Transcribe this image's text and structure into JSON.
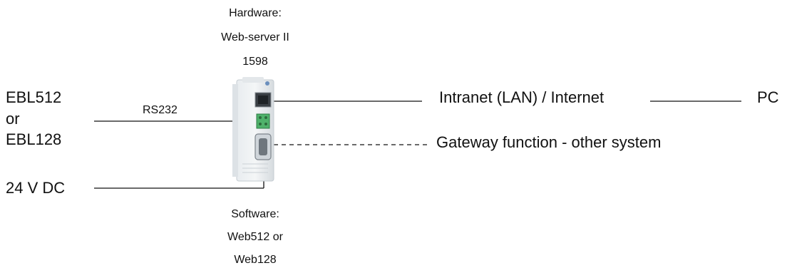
{
  "hardware": {
    "line1": "Hardware:",
    "line2": "Web-server II",
    "line3": "1598"
  },
  "software": {
    "line1": "Software:",
    "line2": "Web512 or",
    "line3": "Web128"
  },
  "left": {
    "panel_line1": "EBL512",
    "panel_line2": "or",
    "panel_line3": "EBL128",
    "link_label": "RS232",
    "power_label": "24 V DC"
  },
  "right": {
    "network_label": "Intranet (LAN) / Internet",
    "pc_label": "PC",
    "gateway_label": "Gateway function - other system"
  }
}
